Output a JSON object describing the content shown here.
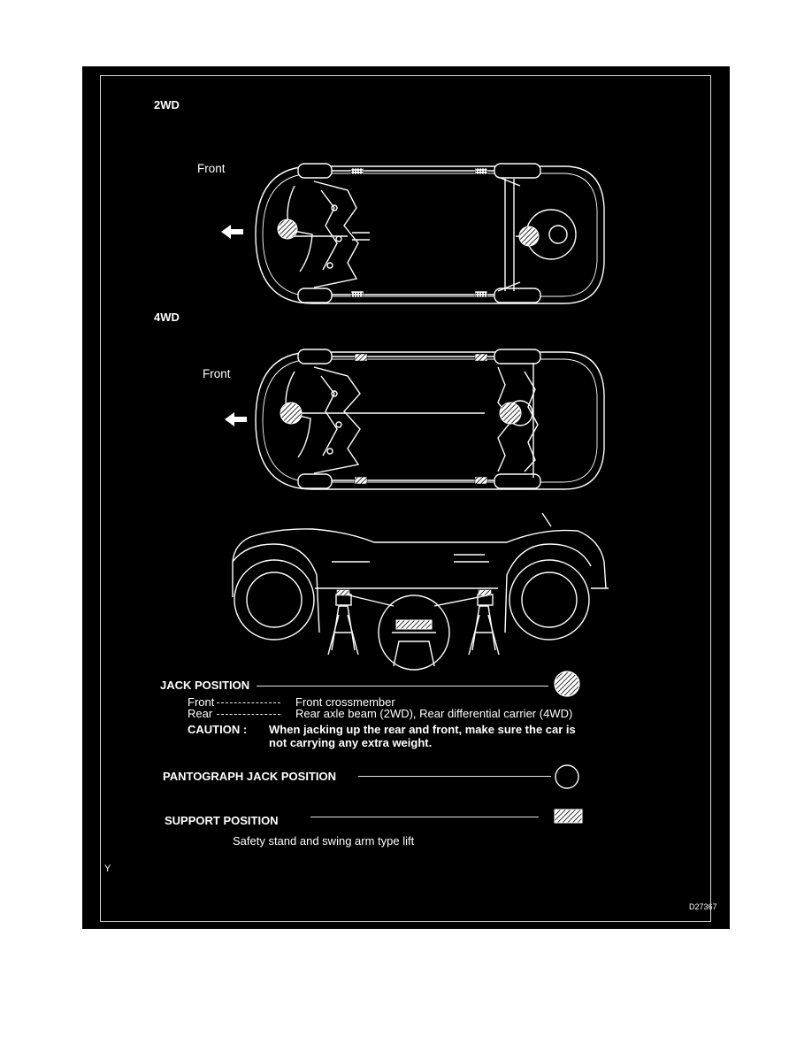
{
  "diagram": {
    "section_2wd": "2WD",
    "section_4wd": "4WD",
    "front_label_2wd": "Front",
    "front_label_4wd": "Front"
  },
  "legend": {
    "jack_position": "JACK POSITION",
    "front_key": "Front",
    "front_value": "Front crossmember",
    "rear_key": "Rear",
    "rear_value": "Rear axle beam (2WD), Rear differential carrier (4WD)",
    "caution_label": "CAUTION :",
    "caution_line1": "When jacking up the rear and front, make sure the car is",
    "caution_line2": "not carrying any extra weight.",
    "pantograph": "PANTOGRAPH JACK POSITION",
    "support": "SUPPORT POSITION",
    "support_desc": "Safety stand and swing arm type lift"
  },
  "footer": {
    "corner_mark": "Y",
    "figure_code": "D27367"
  }
}
